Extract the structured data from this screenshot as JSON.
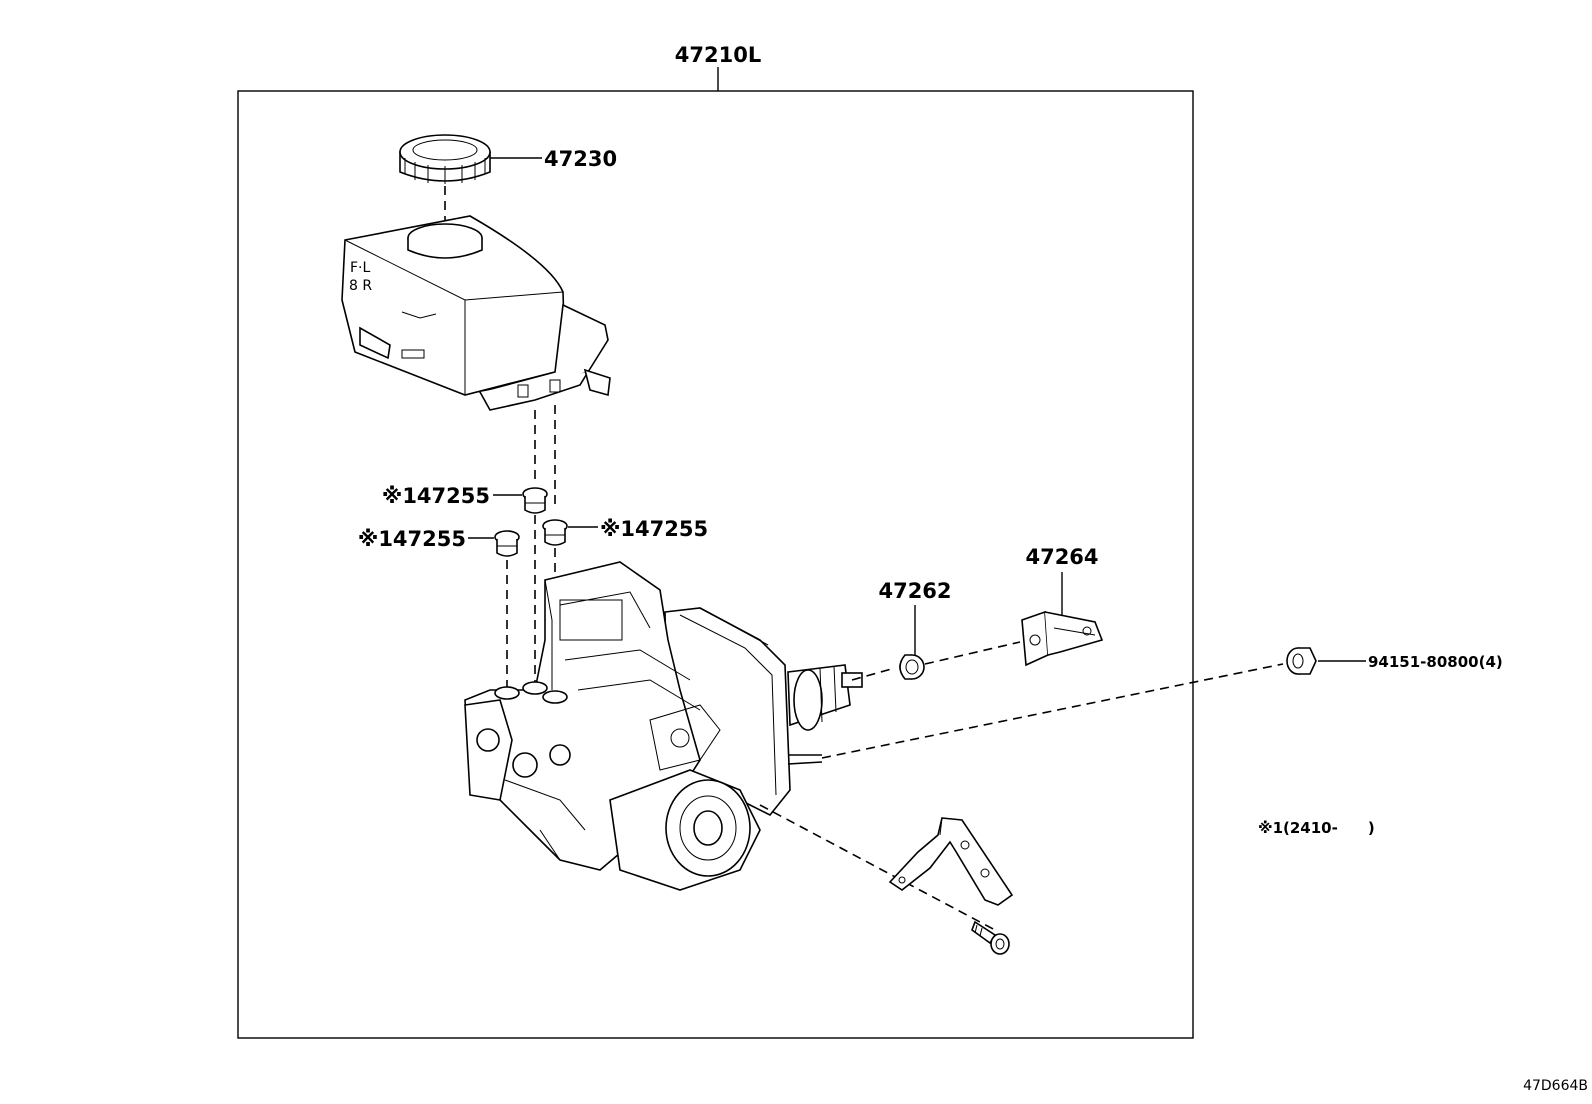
{
  "diagram": {
    "assembly_label": "47210L",
    "reference_code": "47D664B",
    "note": "※1(2410-　　)",
    "callouts": {
      "reservoir_cap": "47230",
      "grommet_top": "※147255",
      "grommet_left": "※147255",
      "grommet_right": "※147255",
      "bushing": "47262",
      "clevis": "47264",
      "nut": "94151-80800(4)"
    }
  }
}
